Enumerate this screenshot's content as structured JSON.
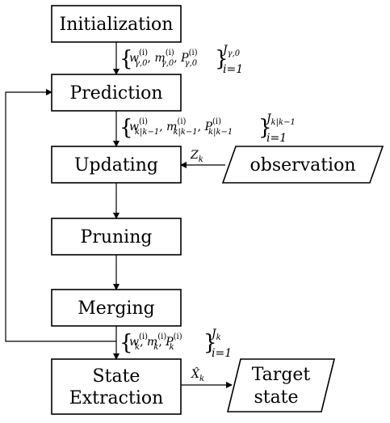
{
  "nodes": {
    "initialization": "Initialization",
    "prediction": "Prediction",
    "updating": "Updating",
    "observation": "observation",
    "pruning": "Pruning",
    "merging": "Merging",
    "state_extraction_line1": "State",
    "state_extraction_line2": "Extraction",
    "target_state_line1": "Target",
    "target_state_line2": "state"
  },
  "edge_labels": {
    "z_k": "Z",
    "z_k_sub": "k",
    "x_hat": "X̂",
    "x_hat_sub": "k"
  },
  "sets": {
    "initial": {
      "w": "w",
      "m": "m",
      "P": "P",
      "sup": "(i)",
      "sub": "γ,0",
      "upper": "J",
      "upper_sub": "γ,0",
      "lower": "i=1"
    },
    "predicted": {
      "w": "w",
      "m": "m",
      "P": "P",
      "sup": "(i)",
      "sub": "k|k−1",
      "upper": "J",
      "upper_sub": "k|k−1",
      "lower": "i=1"
    },
    "updated": {
      "w": "w",
      "m": "m",
      "P": "P",
      "sup": "(i)",
      "sub": "k",
      "upper": "J",
      "upper_sub": "k",
      "lower": "i=1"
    }
  }
}
